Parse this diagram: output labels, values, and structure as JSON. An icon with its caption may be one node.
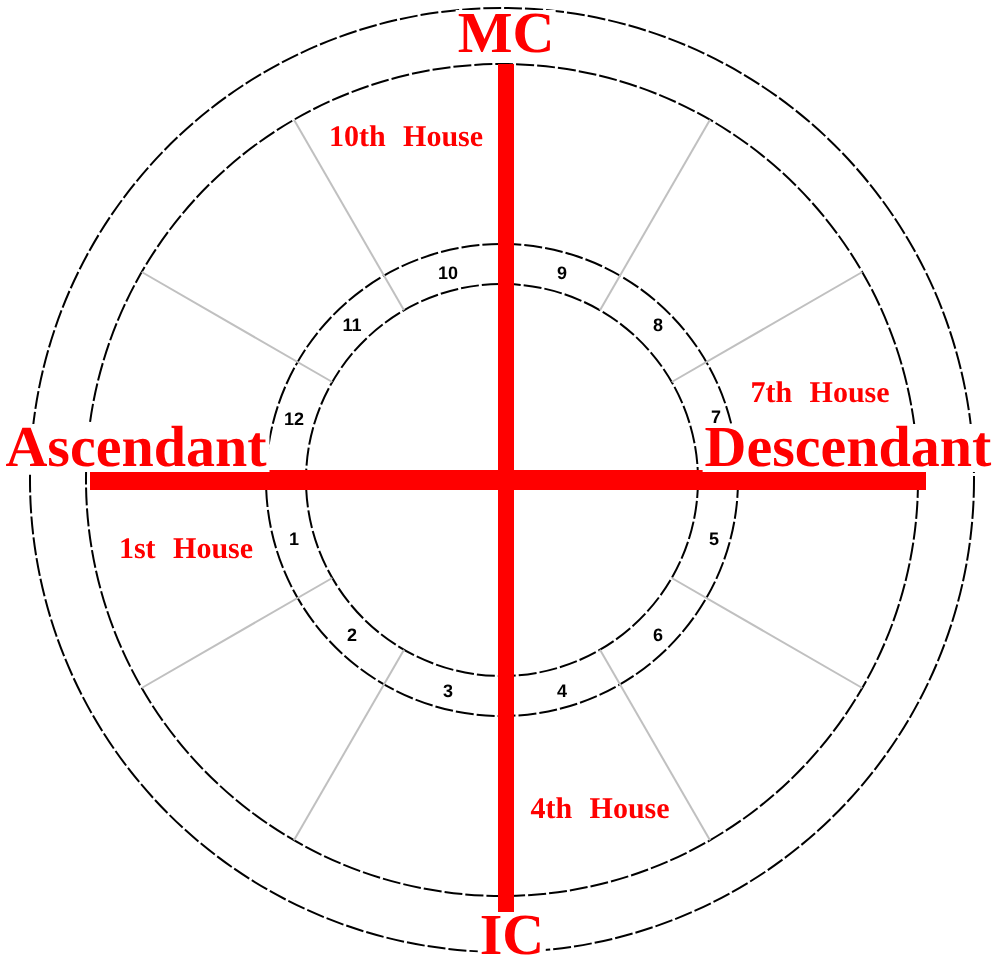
{
  "diagram": {
    "labels": [
      "MC",
      "10th House",
      "10",
      "9",
      "11",
      "8",
      "7th House",
      "12",
      "7",
      "Ascendant",
      "Descendant",
      "1st House",
      "1",
      "5",
      "2",
      "6",
      "3",
      "4",
      "4th House",
      "IC"
    ]
  }
}
